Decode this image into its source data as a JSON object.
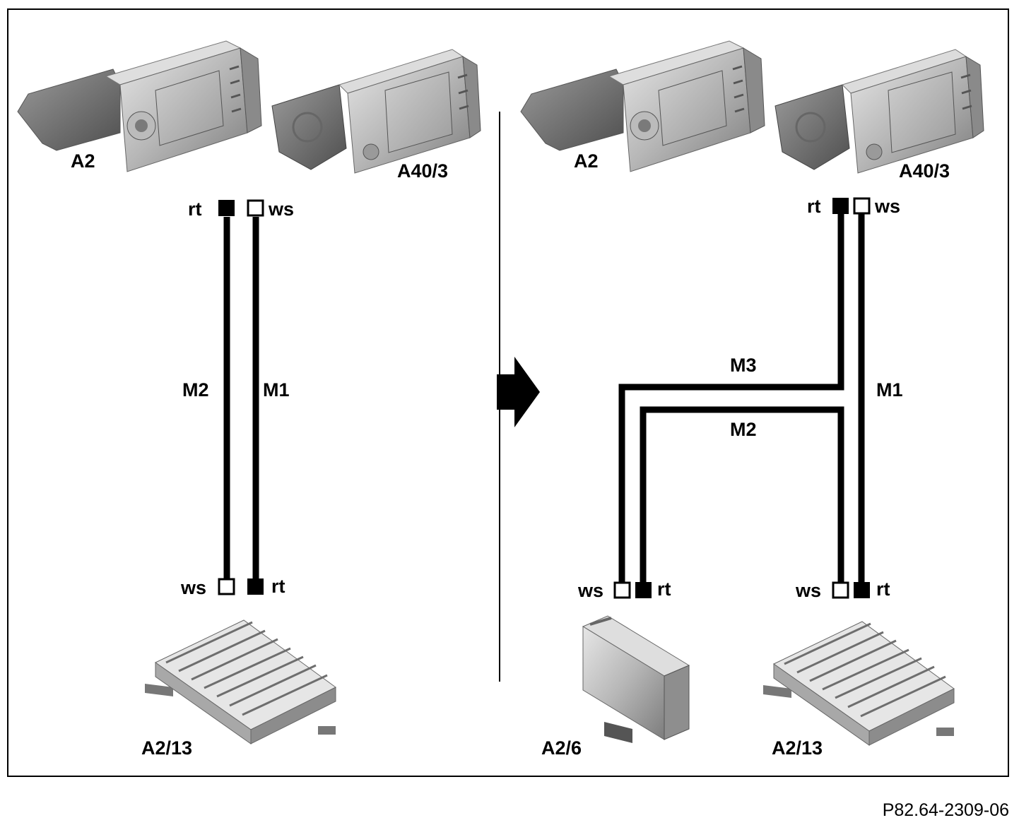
{
  "left_panel": {
    "device_top_left": "A2",
    "device_top_right": "A40/3",
    "device_bottom": "A2/13",
    "top_pin_left": "rt",
    "top_pin_right": "ws",
    "bottom_pin_left": "ws",
    "bottom_pin_right": "rt",
    "line_left": "M2",
    "line_right": "M1"
  },
  "right_panel": {
    "device_top_left": "A2",
    "device_top_right": "A40/3",
    "device_bottom_left": "A2/6",
    "device_bottom_right": "A2/13",
    "top_pin_left": "rt",
    "top_pin_right": "ws",
    "a26_pin_left": "ws",
    "a26_pin_right": "rt",
    "a213_pin_left": "ws",
    "a213_pin_right": "rt",
    "line_m3": "M3",
    "line_m2": "M2",
    "line_m1": "M1"
  },
  "reference": "P82.64-2309-06",
  "icons": [
    "head-unit-icon",
    "navigation-unit-icon",
    "amplifier-icon",
    "module-box-icon",
    "transition-arrow-icon"
  ],
  "colors": {
    "line": "#000000",
    "connector_filled": "#000000",
    "connector_empty": "#ffffff",
    "device_body": "#bdbdbd"
  }
}
